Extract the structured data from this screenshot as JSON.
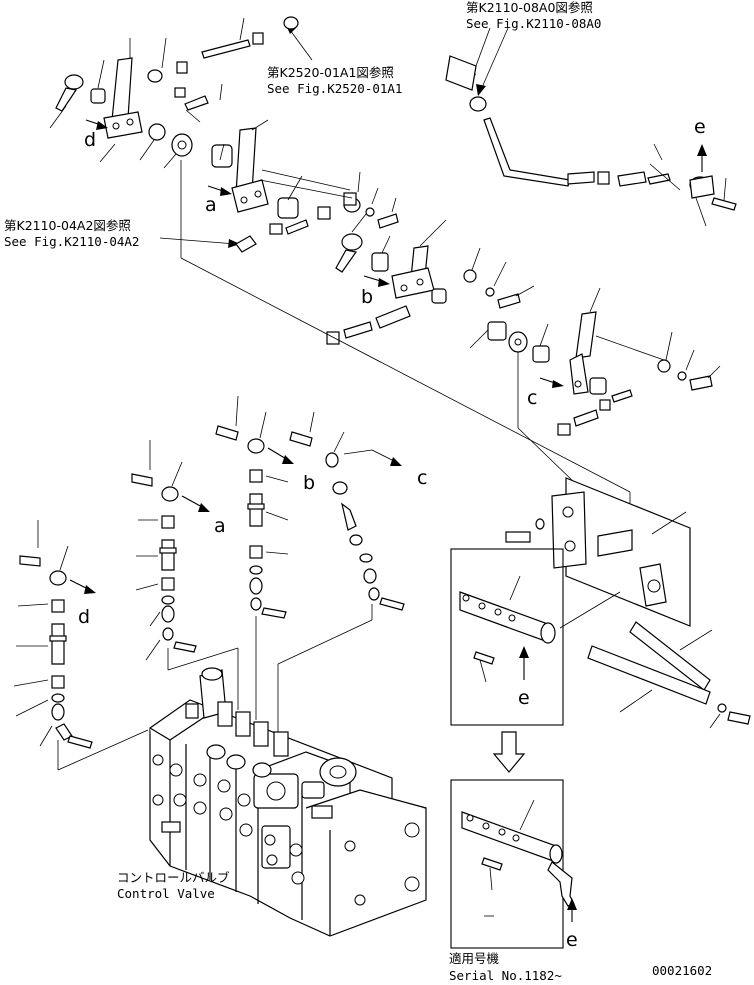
{
  "references": {
    "ref_08a0_jp": "第K2110-08A0図参照",
    "ref_08a0_en": "See Fig.K2110-08A0",
    "ref_01a1_jp": "第K2520-01A1図参照",
    "ref_01a1_en": "See Fig.K2520-01A1",
    "ref_04a2_jp": "第K2110-04A2図参照",
    "ref_04a2_en": "See Fig.K2110-04A2"
  },
  "markers": {
    "a": "a",
    "b": "b",
    "c": "c",
    "d": "d",
    "e": "e"
  },
  "control_valve": {
    "label_jp": "コントロールバルブ",
    "label_en": "Control Valve"
  },
  "serial": {
    "label_jp": "適用号機",
    "label_en": "Serial No.1182~"
  },
  "drawing_number": "00021602"
}
